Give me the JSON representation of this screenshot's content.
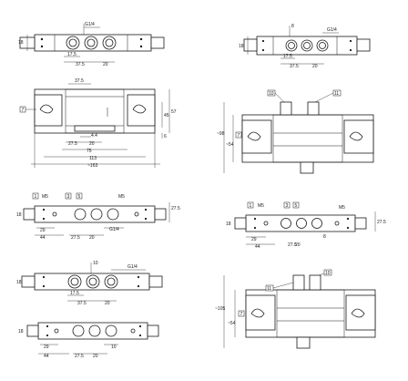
{
  "views": {
    "tl": {
      "port": "G1/4",
      "d1": "17.5",
      "d2": "37.5",
      "d3": "20",
      "side": "18"
    },
    "tr": {
      "top": "8",
      "port": "G1/4",
      "d1": "17.5",
      "d2": "37.5",
      "d3": "20",
      "side": "18"
    },
    "ml": {
      "top": "37.5",
      "d1": "4.4",
      "d2": "27.5",
      "d3": "20",
      "d4": "75",
      "d5": "113",
      "d6": "~163",
      "h1": "45",
      "h2": "57",
      "h3": "6",
      "label": "7"
    },
    "mr": {
      "b1": "10",
      "b2": "11",
      "h1": "~98",
      "h2": "~54",
      "label": "7"
    },
    "l3": {
      "b1": "1",
      "b2": "3",
      "b3": "5",
      "m5a": "M5",
      "m5b": "M5",
      "d1": "29",
      "d2": "44",
      "d3": "27.5",
      "d4": "20",
      "port": "G1/4",
      "h": "27.5",
      "side": "18"
    },
    "r3": {
      "b1": "1",
      "b2": "3",
      "b3": "5",
      "m5a": "M5",
      "m5b": "M5",
      "d1": "29",
      "d2": "44",
      "d3": "27.5",
      "d4": "20",
      "d5": "8",
      "h": "27.5",
      "side": "18"
    },
    "l4": {
      "top": "10",
      "port": "G1/4",
      "d1": "17.5",
      "d2": "37.5",
      "d3": "20",
      "side": "18"
    },
    "l5": {
      "d1": "29",
      "d2": "44",
      "d3": "27.5",
      "d4": "20",
      "d5": "10",
      "side": "18"
    },
    "r4": {
      "b1": "11",
      "b2": "10",
      "h1": "~105",
      "h2": "~54",
      "label": "7"
    }
  }
}
